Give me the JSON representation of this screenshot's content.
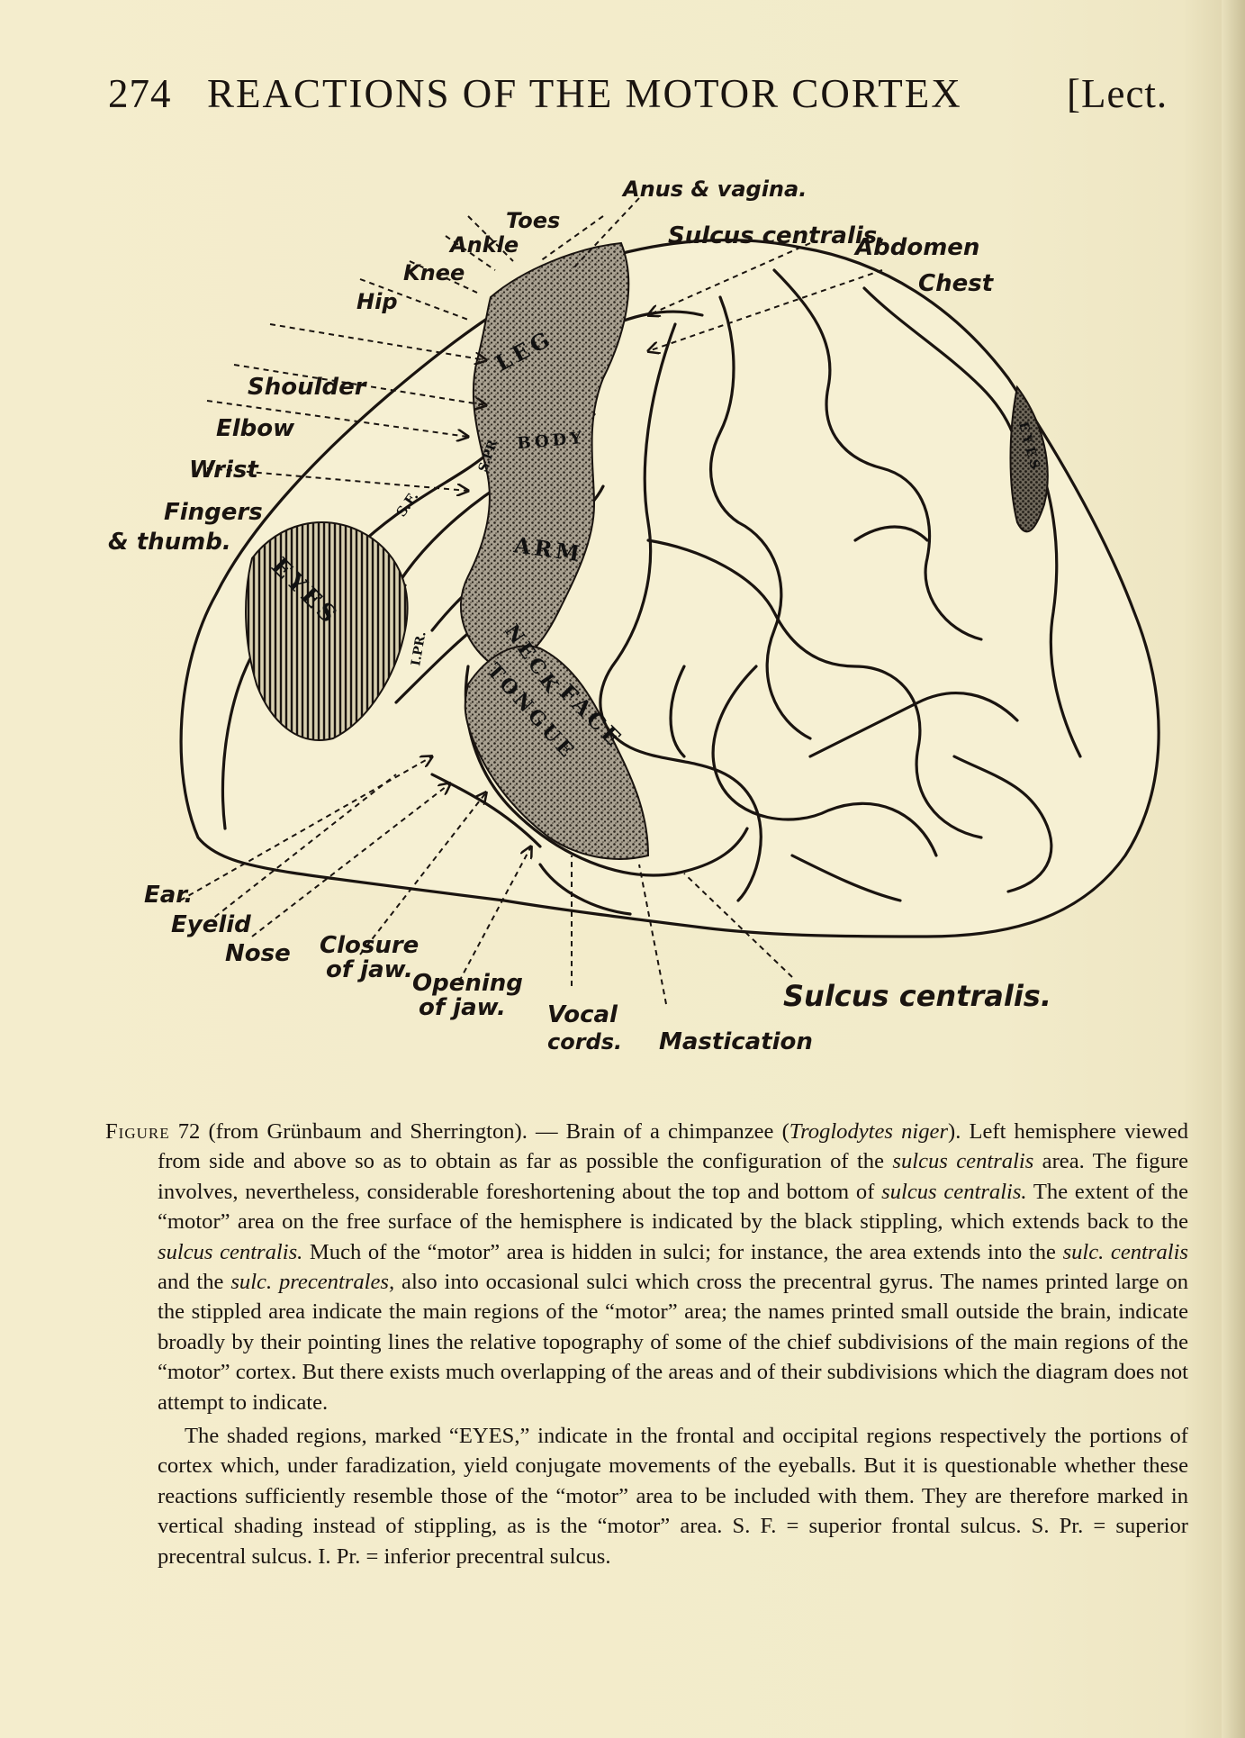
{
  "running_head": {
    "page_number": "274",
    "title": "REACTIONS OF THE MOTOR CORTEX",
    "lecture": "[Lect."
  },
  "figure": {
    "outside_labels": {
      "anus": "Anus & vagina.",
      "toes": "Toes",
      "ankle": "Ankle",
      "knee": "Knee",
      "hip": "Hip",
      "sulcus_top": "Sulcus centralis.",
      "abdomen": "Abdomen",
      "chest": "Chest",
      "shoulder": "Shoulder",
      "elbow": "Elbow",
      "wrist": "Wrist",
      "fingers": "Fingers",
      "thumb": "& thumb.",
      "ear": "Ear.",
      "eyelid": "Eyelid",
      "nose": "Nose",
      "closure": "Closure",
      "closure2": "of jaw.",
      "opening": "Opening",
      "opening2": "of jaw.",
      "vocal": "Vocal",
      "vocal2": "cords.",
      "mastication": "Mastication",
      "sulcus_bottom": "Sulcus centralis."
    },
    "region_labels": {
      "leg": "LEG",
      "body": "BODY",
      "arm": "ARM",
      "neck": "NECK",
      "face": "FACE",
      "tongue": "TONGUE",
      "eyes": "EYES",
      "eyes_occipital": "EYES",
      "s_pr": "S.PR",
      "s_f": "S.F.",
      "i_pr": "I.PR."
    }
  },
  "caption": {
    "fig_label": "Figure",
    "fig_number": "72",
    "p1_a": "(from Grünbaum and Sherrington). — Brain of a chimpanzee (",
    "p1_species": "Troglodytes niger",
    "p1_b": "). Left hemisphere viewed from side and above so as to obtain as far as possible the configuration of the ",
    "p1_i1": "sulcus centralis",
    "p1_c": " area. The figure involves, nevertheless, considerable foreshortening about the top and bottom of ",
    "p1_i2": "sulcus centralis.",
    "p1_d": " The extent of the “motor” area on the free surface of the hemisphere is indicated by the black stippling, which extends back to the ",
    "p1_i3": "sulcus centralis.",
    "p1_e": " Much of the “motor” area is hidden in sulci; for instance, the area extends into the ",
    "p1_i4": "sulc. centralis",
    "p1_f": " and the ",
    "p1_i5": "sulc. precentrales,",
    "p1_g": " also into occasional sulci which cross the precentral gyrus. The names printed large on the stippled area indicate the main regions of the “motor” area; the names printed small outside the brain, indicate broadly by their pointing lines the relative topography of some of the chief subdivisions of the main regions of the “motor” cortex. But there exists much overlapping of the areas and of their subdivisions which the diagram does not attempt to indicate.",
    "p2": "The shaded regions, marked “EYES,” indicate in the frontal and occipital regions respectively the portions of cortex which, under faradization, yield conjugate movements of the eyeballs. But it is questionable whether these reactions sufficiently resemble those of the “motor” area to be included with them. They are therefore marked in vertical shading instead of stippling, as is the “motor” area. S. F. = superior frontal sulcus. S. Pr. = superior precentral sulcus. I. Pr. = inferior precentral sulcus."
  }
}
